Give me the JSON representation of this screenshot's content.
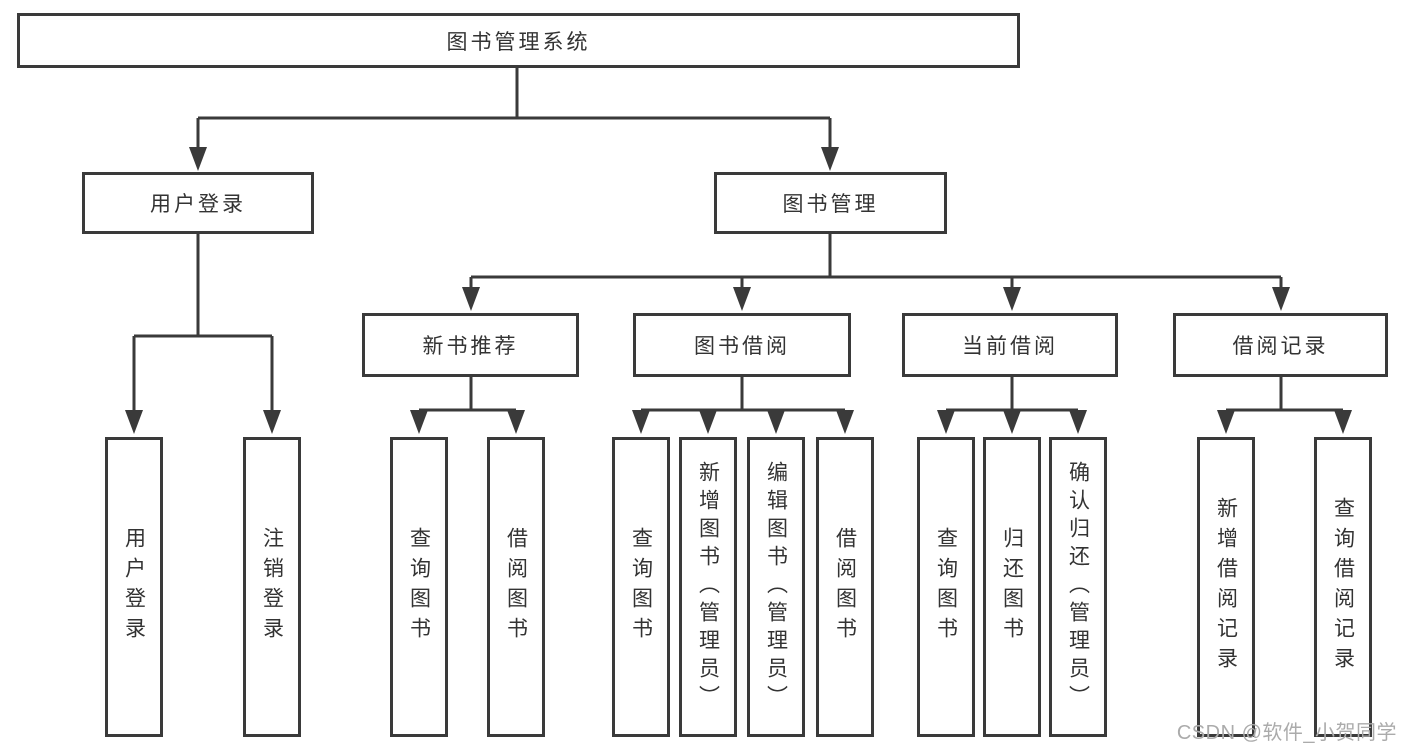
{
  "colors": {
    "line": "#3a3a3a",
    "text": "#333333",
    "background": "#ffffff",
    "watermark": "#ababab"
  },
  "watermark": "CSDN @软件_小贺同学",
  "tree": {
    "root": {
      "label": "图书管理系统"
    },
    "level2": [
      {
        "label": "用户登录"
      },
      {
        "label": "图书管理"
      }
    ],
    "level3": [
      {
        "label": "新书推荐"
      },
      {
        "label": "图书借阅"
      },
      {
        "label": "当前借阅"
      },
      {
        "label": "借阅记录"
      }
    ],
    "leaves": {
      "user_login": [
        {
          "label": "用户登录"
        },
        {
          "label": "注销登录"
        }
      ],
      "new_books": [
        {
          "label": "查询图书"
        },
        {
          "label": "借阅图书"
        }
      ],
      "book_borrow": [
        {
          "label": "查询图书"
        },
        {
          "label": "新增图书（管理员）"
        },
        {
          "label": "编辑图书（管理员）"
        },
        {
          "label": "借阅图书"
        }
      ],
      "current_borrow": [
        {
          "label": "查询图书"
        },
        {
          "label": "归还图书"
        },
        {
          "label": "确认归还（管理员）"
        }
      ],
      "borrow_records": [
        {
          "label": "新增借阅记录"
        },
        {
          "label": "查询借阅记录"
        }
      ]
    }
  }
}
